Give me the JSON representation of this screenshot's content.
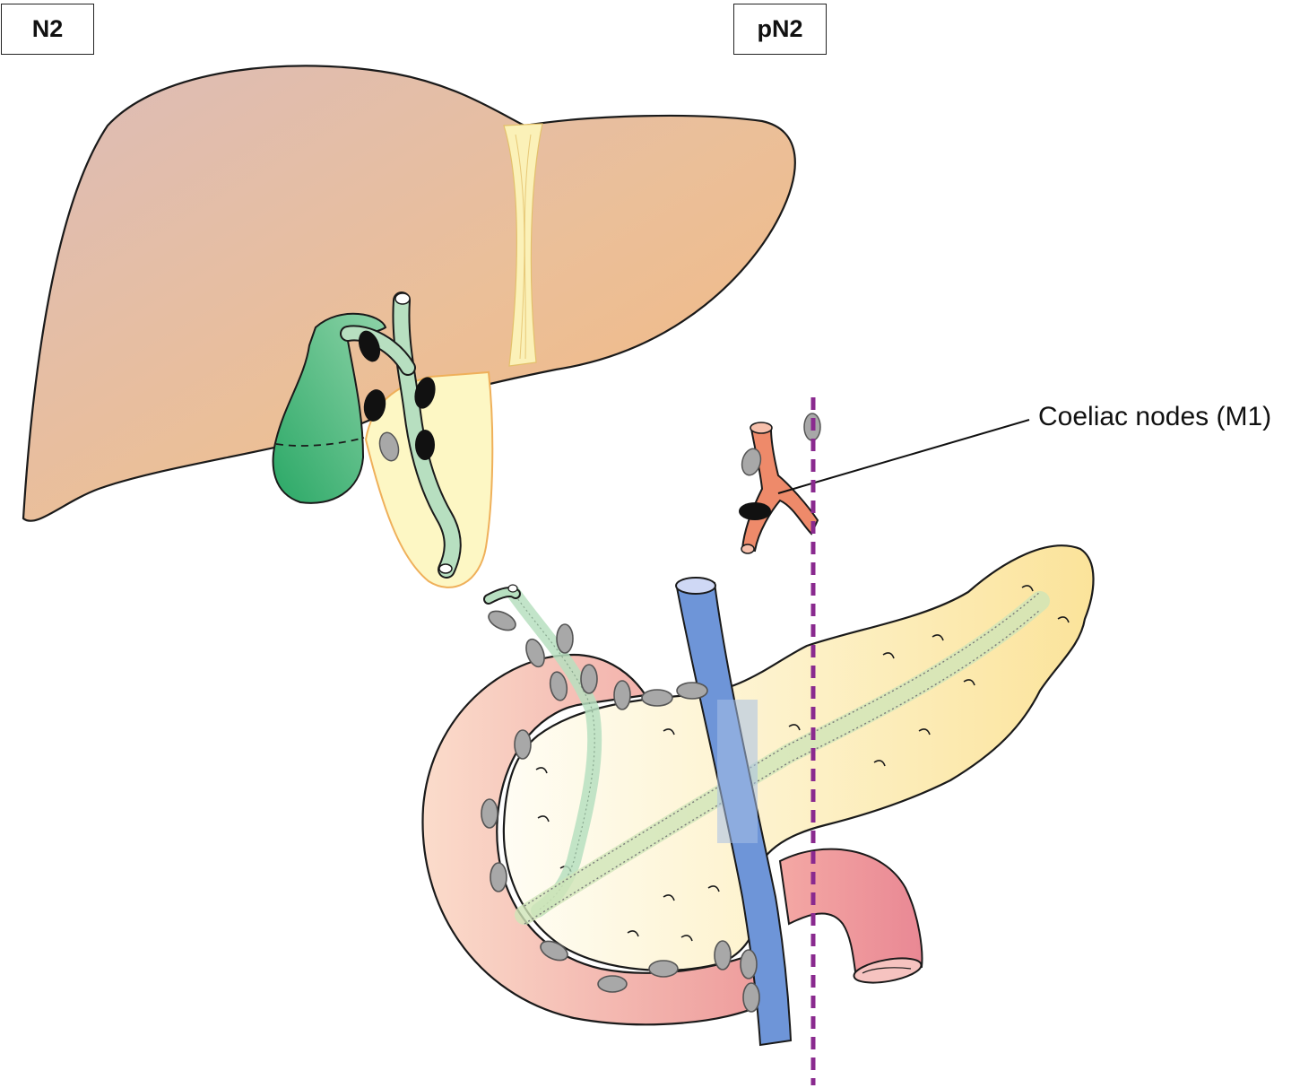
{
  "labels": {
    "left_stage": "N2",
    "right_stage": "pN2",
    "callout": "Coeliac nodes (M1)"
  },
  "colors": {
    "liver": "#eeb98e",
    "gallbladder": "#3fb57a",
    "bile_duct": "#b7dfc0",
    "pancreas": "#fde9a8",
    "duodenum": "#f2a0a0",
    "portal_vein": "#6e95d8",
    "coeliac_artery": "#ee8a6a",
    "lymph_node_grey": "#a8a8a8",
    "lymph_node_black": "#111111",
    "resection_line": "#8a2a8f"
  }
}
